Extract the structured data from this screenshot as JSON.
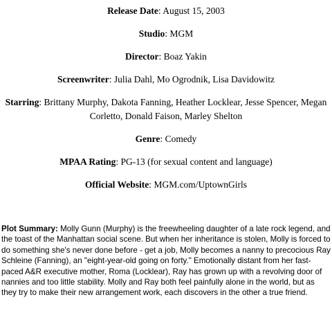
{
  "credits": [
    {
      "label": "Release Date",
      "value": "August 15, 2003"
    },
    {
      "label": "Studio",
      "value": "MGM"
    },
    {
      "label": "Director",
      "value": "Boaz Yakin"
    },
    {
      "label": "Screenwriter",
      "value": "Julia Dahl, Mo Ogrodnik, Lisa Davidowitz"
    },
    {
      "label": "Starring",
      "value": "Brittany Murphy, Dakota Fanning, Heather Locklear, Jesse Spencer, Megan Corletto, Donald Faison, Marley Shelton"
    },
    {
      "label": "Genre",
      "value": "Comedy"
    },
    {
      "label": "MPAA Rating",
      "value": "PG-13 (for sexual content and language)"
    },
    {
      "label": "Official Website",
      "value": "MGM.com/UptownGirls"
    }
  ],
  "plot": {
    "label": "Plot Summary:",
    "text": "Molly Gunn (Murphy) is the freewheeling daughter of a late rock legend, and the toast of the Manhattan social scene. But when her inheritance is stolen, Molly is forced to do something she's never done before - get a job, Molly becomes a nanny to precocious Ray Schleine (Fanning), an \"eight-year-old going on forty.\" Emotionally distant from her fast-paced A&R executive mother, Roma (Locklear), Ray has grown up with a revolving door of nannies and too little stability. Molly and Ray both feel painfully alone in the world, but as they try to make their new arrangement work, each discovers in the other a true friend."
  }
}
